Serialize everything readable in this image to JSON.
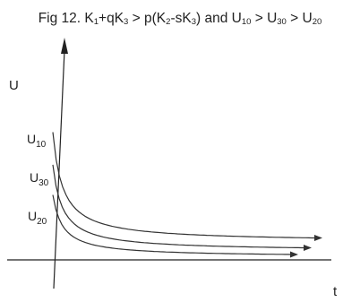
{
  "caption": {
    "prefix": "Fig 12. K",
    "s1": "1",
    "t1": "+qK",
    "s2": "3",
    "t2": " > p(K",
    "s3": "2",
    "t3": "-sK",
    "s4": "3",
    "t4": ") and U",
    "s5": "10",
    "t5": " > U",
    "s6": "30",
    "t6": " > U",
    "s7": "20"
  },
  "chart_data": {
    "type": "line",
    "xlabel": "t",
    "ylabel": "U",
    "annotations": [
      {
        "base": "U",
        "sub": "10"
      },
      {
        "base": "U",
        "sub": "30"
      },
      {
        "base": "U",
        "sub": "20"
      }
    ],
    "series": [
      {
        "initial": 10,
        "asymptote": 1.6
      },
      {
        "initial": 7.5,
        "asymptote": 0.9
      },
      {
        "initial": 5.2,
        "asymptote": 0.45
      }
    ],
    "ylim": [
      -3,
      16
    ]
  },
  "colors": {
    "curve": "#333333",
    "axis": "#222222"
  }
}
